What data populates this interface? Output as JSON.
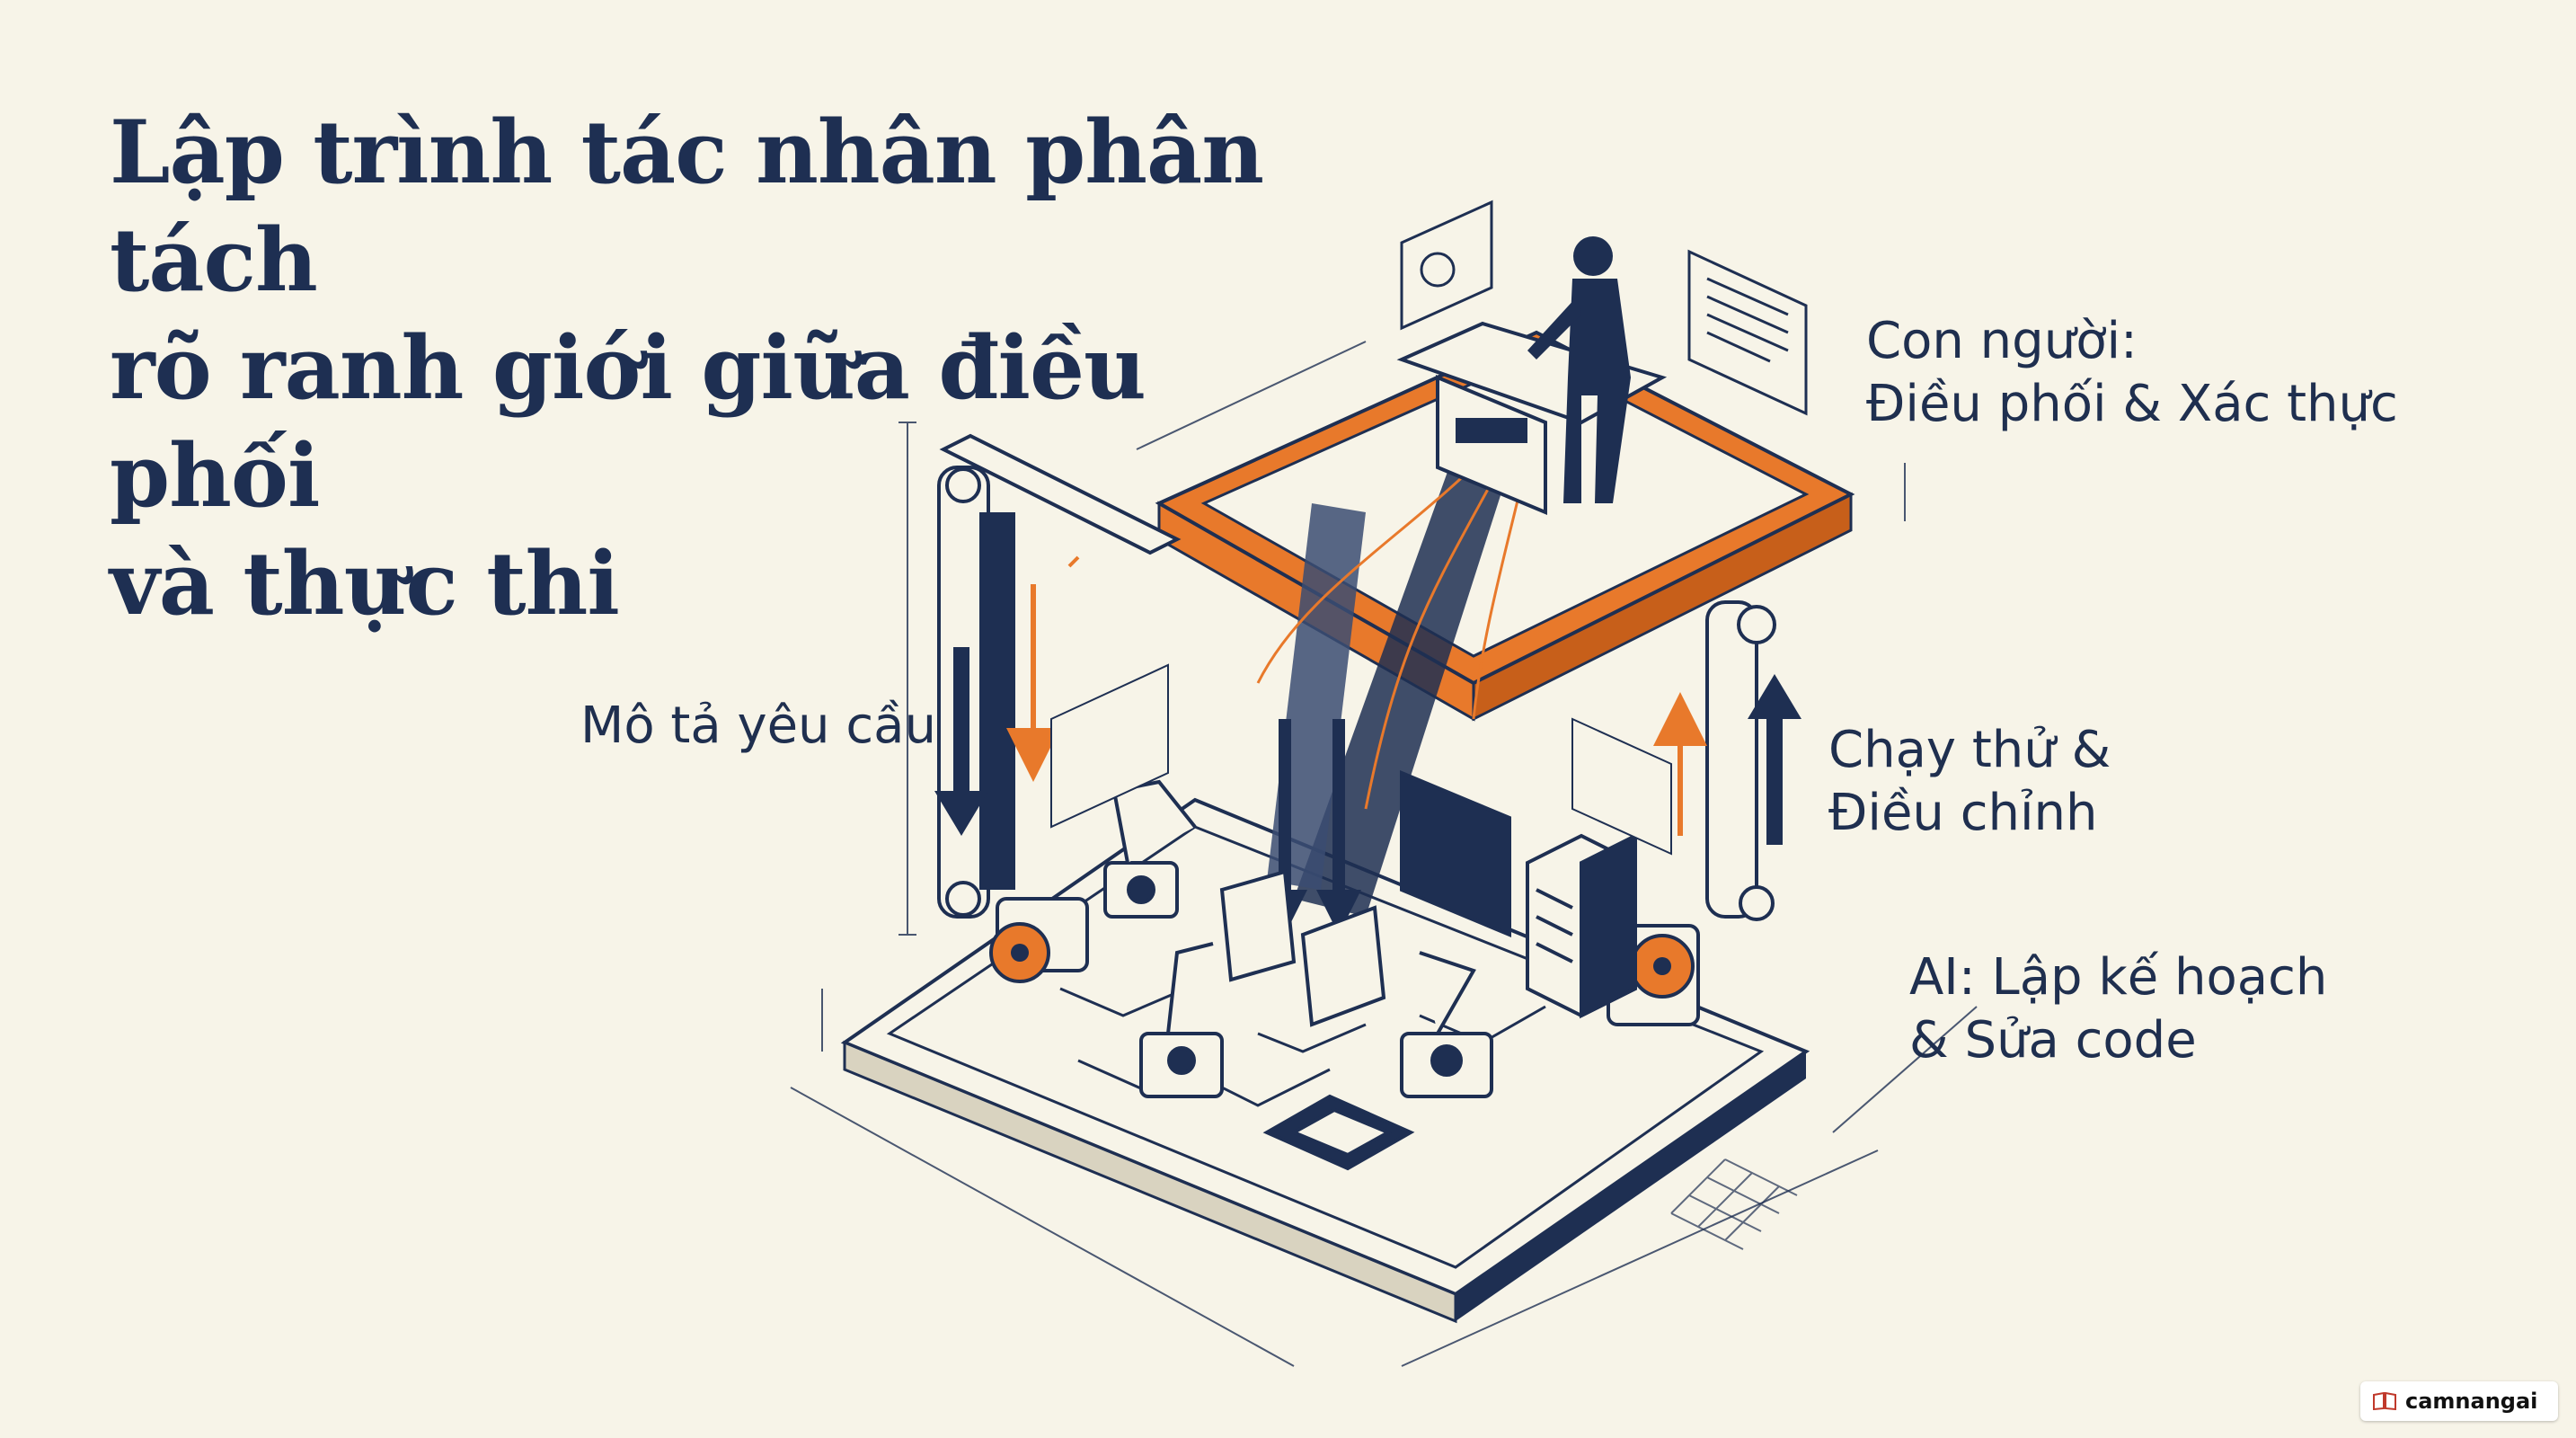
{
  "title": {
    "line1": "Lập trình tác nhân phân tách",
    "line2": "rõ ranh giới giữa điều phối",
    "line3": "và thực thi"
  },
  "labels": {
    "human_line1": "Con người:",
    "human_line2": "Điều phối & Xác thực",
    "request": "Mô tả yêu cầu",
    "run_line1": "Chạy thử &",
    "run_line2": "Điều chỉnh",
    "ai_line1": "AI: Lập kế hoạch",
    "ai_line2": "& Sửa code"
  },
  "brand": {
    "icon": "book-icon",
    "text": "camnangai"
  },
  "colors": {
    "background": "#f7f4e8",
    "navy": "#1e2f52",
    "orange": "#e8792b"
  }
}
